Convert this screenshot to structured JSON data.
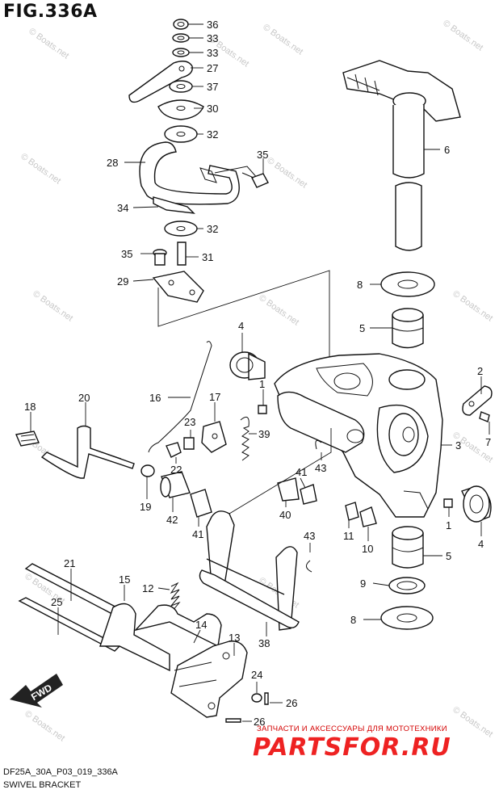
{
  "figure": {
    "title": "FIG.336A",
    "code": "DF25A_30A_P03_019_336A",
    "subtitle": "SWIVEL BRACKET"
  },
  "watermark": {
    "text": "© Boats.net"
  },
  "promo": {
    "tagline": "ЗАПЧАСТИ И АКСЕССУАРЫ ДЛЯ МОТОТЕХНИКИ",
    "brand": "PARTSFOR.RU"
  },
  "fwd_label": "FWD",
  "callouts": [
    "36",
    "33",
    "33",
    "27",
    "37",
    "30",
    "32",
    "28",
    "35",
    "34",
    "32",
    "35",
    "31",
    "29",
    "6",
    "8",
    "5",
    "4",
    "2",
    "18",
    "20",
    "16",
    "17",
    "23",
    "39",
    "1",
    "7",
    "3",
    "22",
    "43",
    "41",
    "19",
    "42",
    "41",
    "40",
    "11",
    "10",
    "1",
    "4",
    "43",
    "5",
    "21",
    "15",
    "12",
    "9",
    "25",
    "14",
    "38",
    "8",
    "13",
    "24",
    "26",
    "26"
  ]
}
